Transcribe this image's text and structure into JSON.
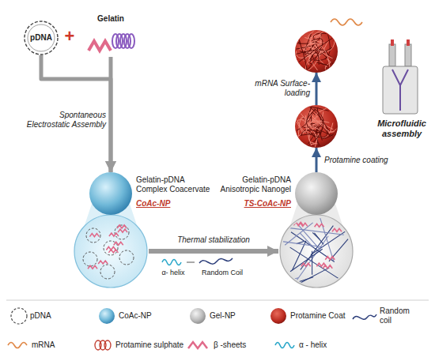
{
  "diagram": {
    "nodes": [
      {
        "text": [
          "pDNA"
        ]
      },
      {
        "text": [
          "Gelatin"
        ]
      },
      {
        "text": [
          "Gelatin-pDNA Complex Coacervate",
          "CoAc-NP"
        ]
      },
      {
        "text": [
          "Gelatin-pDNA Anisotropic Nanogel",
          "TS-CoAc-NP"
        ]
      },
      {
        "text": []
      },
      {
        "text": []
      }
    ],
    "edges": [
      {
        "from": 0,
        "to": 2,
        "arrow": "to",
        "label": "Spontaneous Electrostatic Assembly"
      },
      {
        "from": 1,
        "to": 2,
        "arrow": "to"
      },
      {
        "from": 2,
        "to": 3,
        "arrow": "to",
        "label": "Thermal stabilization"
      },
      {
        "from": 3,
        "to": 4,
        "arrow": "to",
        "label": "Protamine coating"
      },
      {
        "from": 4,
        "to": 5,
        "arrow": "to",
        "label": "mRNA Surface-loading"
      }
    ],
    "labels": [
      "+",
      "α- helix",
      "Random Coil",
      "Microfluidic assembly"
    ],
    "legend": [
      {
        "text": "pDNA"
      },
      {
        "text": "CoAc-NP"
      },
      {
        "text": "Gel-NP"
      },
      {
        "text": "Protamine Coat"
      },
      {
        "text": "Random coil"
      },
      {
        "text": "mRNA"
      },
      {
        "text": "Protamine sulphate"
      },
      {
        "text": "β -sheets"
      },
      {
        "text": "α - helix"
      }
    ]
  }
}
